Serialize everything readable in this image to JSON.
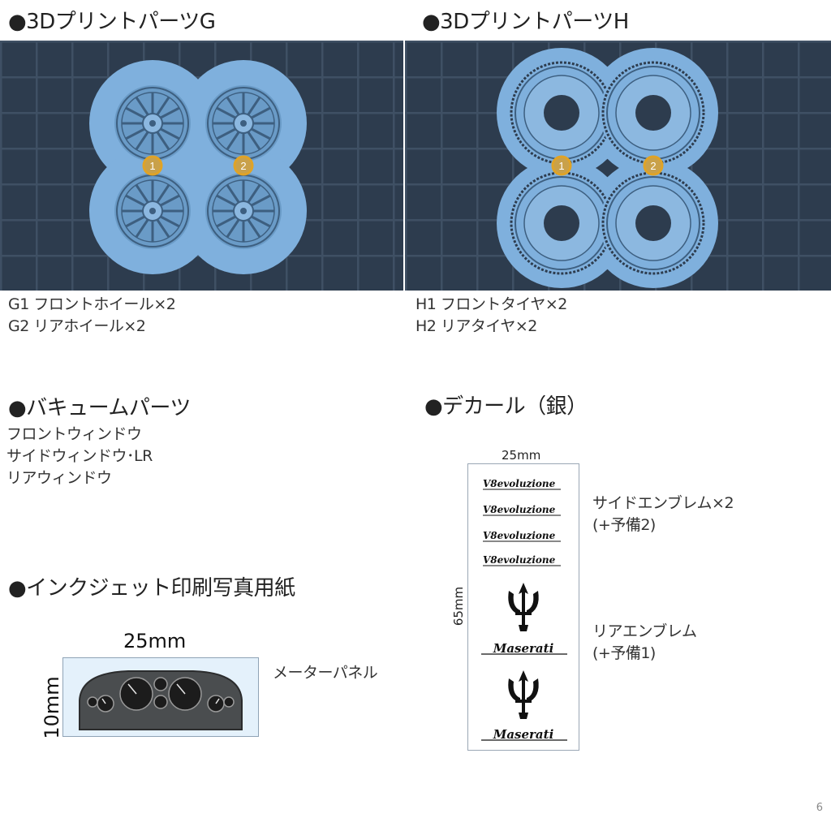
{
  "sections": {
    "g": {
      "heading": "●3DプリントパーツG",
      "markers": [
        "1",
        "2"
      ],
      "lines": [
        "G1 フロントホイール×2",
        "G2 リアホイール×2"
      ]
    },
    "h": {
      "heading": "●3DプリントパーツH",
      "markers": [
        "1",
        "2"
      ],
      "lines": [
        "H1 フロントタイヤ×2",
        "H2 リアタイヤ×2"
      ]
    },
    "vacuum": {
      "heading": "●バキュームパーツ",
      "lines": [
        "フロントウィンドウ",
        "サイドウィンドウ･LR",
        "リアウィンドウ"
      ]
    },
    "inkjet": {
      "heading": "●インクジェット印刷写真用紙",
      "width_label": "25mm",
      "height_label": "10mm",
      "caption": "メーターパネル"
    },
    "decal": {
      "heading": "●デカール（銀）",
      "width_label": "25mm",
      "height_label": "65mm",
      "emblem_text": "V8evoluzione",
      "logo_text": "Maserati",
      "side_caption": [
        "サイドエンブレム×2",
        "(+予備2)"
      ],
      "rear_caption": [
        "リアエンブレム",
        "(+予備1)"
      ]
    }
  },
  "page_number": "6",
  "colors": {
    "panel_bg": "#2d3c4e",
    "part_blue": "#7fb0dd",
    "marker": "#e0a326"
  }
}
